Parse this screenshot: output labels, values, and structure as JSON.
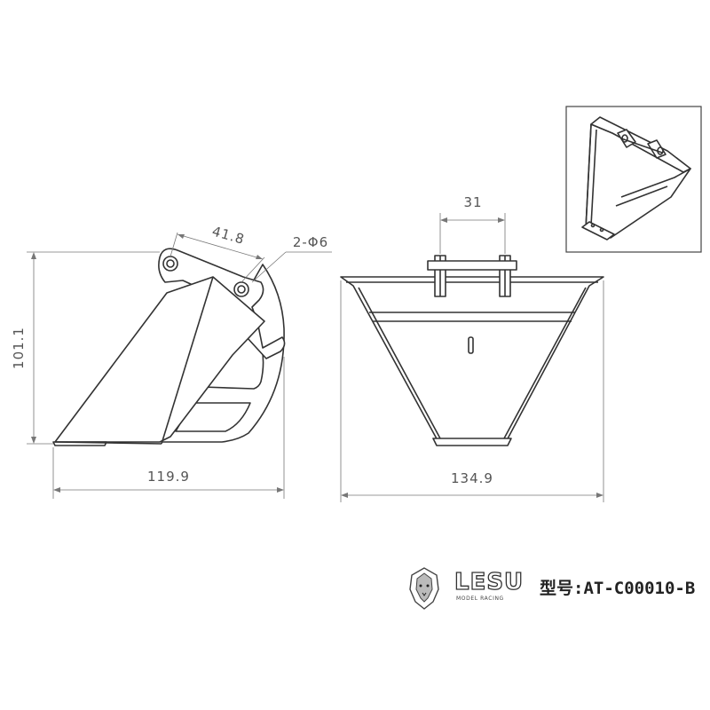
{
  "dimensions": {
    "pin_spacing_side": "41.8",
    "hole_note": "2-Φ6",
    "height": "101.1",
    "depth": "119.9",
    "pin_spacing_front": "31",
    "width": "134.9"
  },
  "footer": {
    "brand": "LESU",
    "brand_sub": "MODEL RACING",
    "model_label": "型号:AT-C00010-B"
  },
  "colors": {
    "line": "#333333",
    "dimension": "#777777",
    "background": "#ffffff"
  }
}
